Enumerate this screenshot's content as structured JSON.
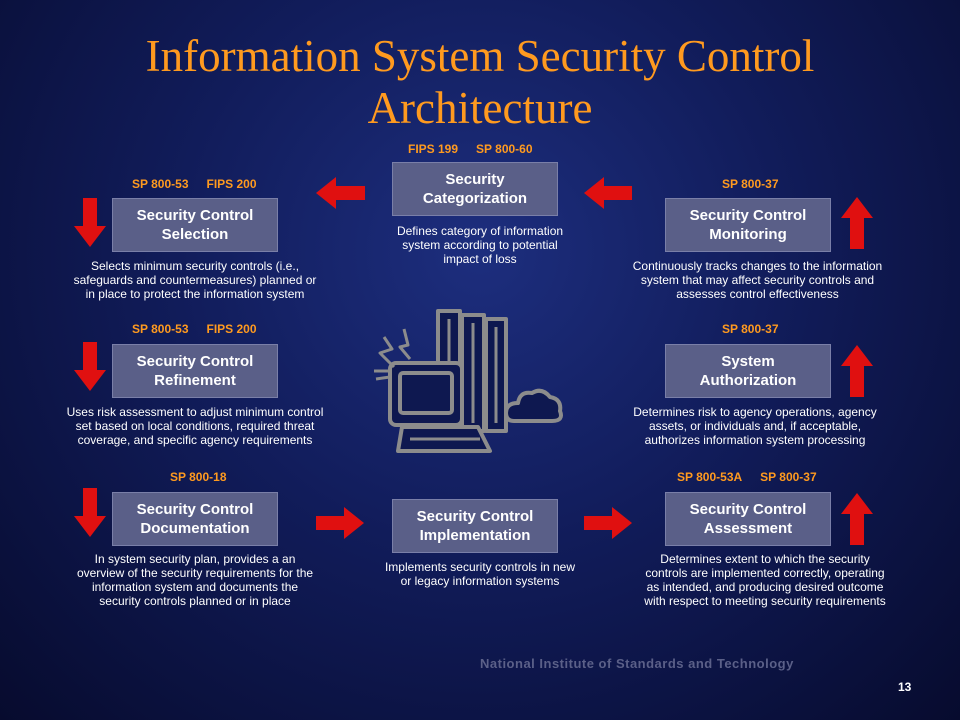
{
  "title": "Information System Security Control Architecture",
  "steps": {
    "categorization": {
      "refs": [
        "FIPS 199",
        "SP 800-60"
      ],
      "line1": "Security",
      "line2": "Categorization",
      "desc": [
        "Defines category of information",
        "system according to potential",
        "impact of loss"
      ]
    },
    "selection": {
      "refs": [
        "SP 800-53",
        "FIPS 200"
      ],
      "line1": "Security Control",
      "line2": "Selection",
      "desc": [
        "Selects minimum security controls (i.e.,",
        "safeguards and countermeasures) planned or",
        "in place to protect the information system"
      ]
    },
    "refinement": {
      "refs": [
        "SP 800-53",
        "FIPS 200"
      ],
      "line1": "Security Control",
      "line2": "Refinement",
      "desc": [
        "Uses risk assessment to adjust minimum control",
        "set based on local conditions, required threat",
        "coverage, and specific agency requirements"
      ]
    },
    "documentation": {
      "refs": [
        "SP 800-18"
      ],
      "line1": "Security Control",
      "line2": "Documentation",
      "desc": [
        "In system security plan, provides a an",
        "overview of the security requirements for the",
        "information system and documents the",
        "security controls planned or in place"
      ]
    },
    "implementation": {
      "line1": "Security Control",
      "line2": "Implementation",
      "desc": [
        "Implements security controls in new",
        "or legacy information systems"
      ]
    },
    "assessment": {
      "refs": [
        "SP 800-53A",
        "SP 800-37"
      ],
      "line1": "Security Control",
      "line2": "Assessment",
      "desc": [
        "Determines extent to which the security",
        "controls are implemented correctly, operating",
        "as intended, and producing desired outcome",
        "with respect to meeting security requirements"
      ]
    },
    "authorization": {
      "refs": [
        "SP 800-37"
      ],
      "line1": "System",
      "line2": "Authorization",
      "desc": [
        "Determines risk to agency operations, agency",
        "assets, or individuals and, if acceptable,",
        "authorizes information system processing"
      ]
    },
    "monitoring": {
      "refs": [
        "SP 800-37"
      ],
      "line1": "Security Control",
      "line2": "Monitoring",
      "desc": [
        "Continuously tracks changes to the information",
        "system that may affect security controls and",
        "assesses control effectiveness"
      ]
    }
  },
  "footer": "National Institute of Standards and Technology",
  "page_number": "13",
  "colors": {
    "title": "#ff9a1f",
    "arrow": "#e01010",
    "box": "#5a5f88",
    "background": "#111c5a"
  }
}
